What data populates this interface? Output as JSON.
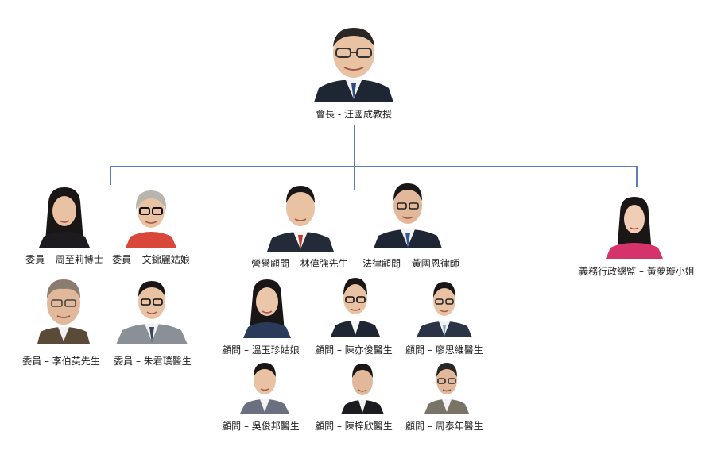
{
  "colors": {
    "connector": "#5b7fb4",
    "text": "#222222",
    "background": "#ffffff",
    "suit_dark": "#1f2633",
    "suit_grey": "#8a8f98",
    "shirt": "#f2f2f2",
    "pink": "#d6336c",
    "red_top": "#d9463a",
    "skin": "#e9c2a4",
    "hair_dark": "#1a1616",
    "hair_grey": "#b8b4ae"
  },
  "president": {
    "caption": "會長 - 汪國成教授",
    "icon": "person-photo-icon"
  },
  "members": [
    {
      "caption": "委員 – 周至莉博士",
      "icon": "person-photo-icon"
    },
    {
      "caption": "委員 – 文錦麗姑娘",
      "icon": "person-photo-icon"
    },
    {
      "caption": "委員 – 李伯英先生",
      "icon": "person-photo-icon"
    },
    {
      "caption": "委員 – 朱君璞醫生",
      "icon": "person-photo-icon"
    }
  ],
  "advisors_top": [
    {
      "caption": "營譽顧問 – 林偉強先生",
      "icon": "person-photo-icon"
    },
    {
      "caption": "法律顧問 – 黃國恩律師",
      "icon": "person-photo-icon"
    }
  ],
  "advisors": [
    {
      "caption": "顧問 – 溫玉珍姑娘",
      "icon": "person-photo-icon"
    },
    {
      "caption": "顧問 – 陳亦俊醫生",
      "icon": "person-photo-icon"
    },
    {
      "caption": "顧問 – 廖思維醫生",
      "icon": "person-photo-icon"
    },
    {
      "caption": "顧問 – 吳俊邦醫生",
      "icon": "person-photo-icon"
    },
    {
      "caption": "顧問 – 陳梓欣醫生",
      "icon": "person-photo-icon"
    },
    {
      "caption": "顧問 – 周泰年醫生",
      "icon": "person-photo-icon"
    }
  ],
  "volunteer_director": {
    "caption": "義務行政總監 – 黃夢璇小姐",
    "icon": "person-photo-icon"
  }
}
